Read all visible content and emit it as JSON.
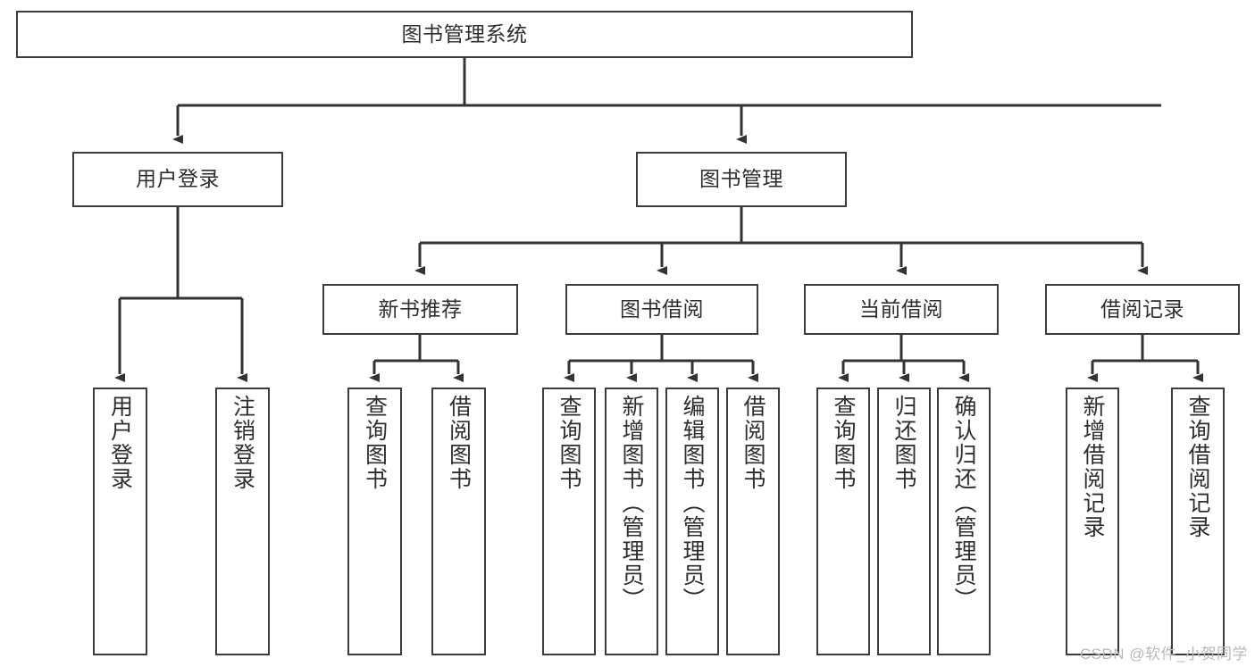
{
  "diagram": {
    "type": "tree-hierarchy",
    "title": "图书管理系统",
    "root": {
      "id": "root",
      "label": "图书管理系统"
    },
    "level2": [
      {
        "id": "user-login",
        "label": "用户登录"
      },
      {
        "id": "book-manage",
        "label": "图书管理"
      }
    ],
    "level3": [
      {
        "id": "new-book-rec",
        "label": "新书推荐",
        "parent": "book-manage"
      },
      {
        "id": "book-borrow",
        "label": "图书借阅",
        "parent": "book-manage"
      },
      {
        "id": "current-borrow",
        "label": "当前借阅",
        "parent": "book-manage"
      },
      {
        "id": "borrow-record",
        "label": "借阅记录",
        "parent": "book-manage"
      }
    ],
    "leaves": [
      {
        "id": "leaf-user-login",
        "label": "用户登录",
        "parent": "user-login"
      },
      {
        "id": "leaf-logout-login",
        "label": "注销登录",
        "parent": "user-login"
      },
      {
        "id": "leaf-query-book-1",
        "label": "查询图书",
        "parent": "new-book-rec"
      },
      {
        "id": "leaf-borrow-book-1",
        "label": "借阅图书",
        "parent": "new-book-rec"
      },
      {
        "id": "leaf-query-book-2",
        "label": "查询图书",
        "parent": "book-borrow"
      },
      {
        "id": "leaf-add-book",
        "label": "新增图书（管理员）",
        "parent": "book-borrow"
      },
      {
        "id": "leaf-edit-book",
        "label": "编辑图书（管理员）",
        "parent": "book-borrow"
      },
      {
        "id": "leaf-borrow-book-2",
        "label": "借阅图书",
        "parent": "book-borrow"
      },
      {
        "id": "leaf-query-book-3",
        "label": "查询图书",
        "parent": "current-borrow"
      },
      {
        "id": "leaf-return-book",
        "label": "归还图书",
        "parent": "current-borrow"
      },
      {
        "id": "leaf-confirm-return",
        "label": "确认归还（管理员）",
        "parent": "current-borrow"
      },
      {
        "id": "leaf-add-record",
        "label": "新增借阅记录",
        "parent": "borrow-record"
      },
      {
        "id": "leaf-query-record",
        "label": "查询借阅记录",
        "parent": "borrow-record"
      }
    ],
    "colors": {
      "box_border": "#3b3b3b",
      "box_fill": "#ffffff",
      "edge": "#333333",
      "text": "#2e2e2e",
      "background": "#ffffff",
      "watermark": "#b9b9b9"
    }
  },
  "watermark": {
    "text": "CSDN @软件_小贺同学"
  }
}
